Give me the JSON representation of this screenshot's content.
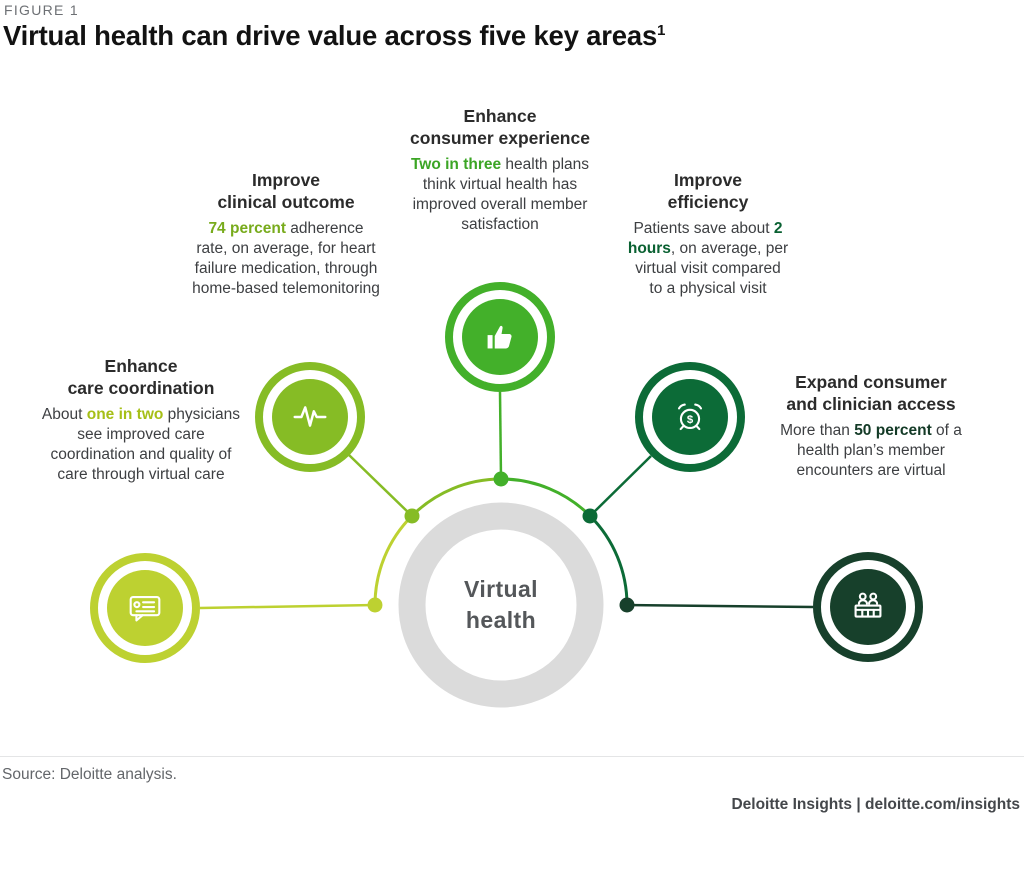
{
  "figure_label": "FIGURE 1",
  "title": {
    "text": "Virtual health can drive value across five key areas",
    "superscript": "1"
  },
  "center": {
    "label": "Virtual health"
  },
  "palette": {
    "center_ring": "#dbdbdb",
    "center_text": "#54575a",
    "heading_text": "#2b2b2b",
    "body_text": "#3d3f42",
    "figure_label_text": "#6d7074",
    "source_text": "#63666a",
    "brand_text": "#44474b",
    "divider": "#e4e5e6"
  },
  "areas": [
    {
      "id": "care-coordination",
      "heading_line1": "Enhance",
      "heading_line2": "care coordination",
      "desc_pre": "About ",
      "highlight": "one in two",
      "desc_post": " physicians see improved care coordination and quality of care through virtual care",
      "color": "#bdd131",
      "highlight_color": "#a6bf17",
      "icon": "testimonial-chat-icon"
    },
    {
      "id": "clinical-outcome",
      "heading_line1": "Improve",
      "heading_line2": "clinical outcome",
      "desc_pre": "",
      "highlight": "74 percent",
      "desc_post": " adherence rate, on average, for heart failure medication, through home-based telemonitoring",
      "color": "#86bc25",
      "highlight_color": "#78ab1c",
      "icon": "pulse-icon"
    },
    {
      "id": "consumer-experience",
      "heading_line1": "Enhance",
      "heading_line2": "consumer experience",
      "desc_pre": "",
      "highlight": "Two in three",
      "desc_post": " health plans think virtual health has improved overall member satisfaction",
      "color": "#43b02a",
      "highlight_color": "#3ba525",
      "icon": "thumbs-up-icon"
    },
    {
      "id": "efficiency",
      "heading_line1": "Improve",
      "heading_line2": "efficiency",
      "desc_pre": "Patients save about ",
      "highlight": "2 hours",
      "desc_post": ", on average, per virtual visit compared to a physical visit",
      "color": "#0c6b37",
      "highlight_color": "#0a6132",
      "icon": "alarm-dollar-icon"
    },
    {
      "id": "consumer-clinician-access",
      "heading_line1": "Expand consumer",
      "heading_line2": "and clinician access",
      "desc_pre": "More than ",
      "highlight": "50 percent",
      "desc_post": " of a health plan’s member encounters are virtual",
      "color": "#17402b",
      "highlight_color": "#133a26",
      "icon": "front-desk-icon"
    }
  ],
  "footer": {
    "source": "Source: Deloitte analysis.",
    "brand": "Deloitte Insights | deloitte.com/insights"
  }
}
